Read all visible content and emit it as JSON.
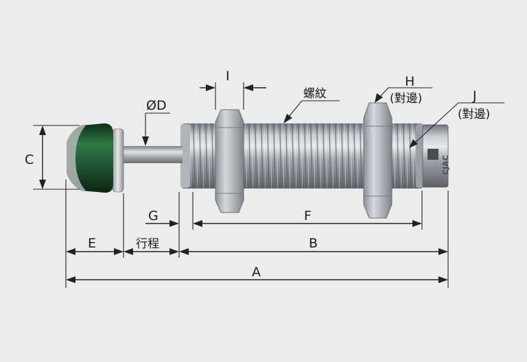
{
  "labels": {
    "A": "A",
    "B": "B",
    "C": "C",
    "D": "ØD",
    "E": "E",
    "F": "F",
    "G": "G",
    "stroke": "行程",
    "H": "H",
    "H_sub": "(對邊)",
    "I": "I",
    "J": "J",
    "J_sub": "(對邊)",
    "thread": "螺紋"
  },
  "logo": {
    "text": "CJAC"
  },
  "colors": {
    "background": "#ececec",
    "body_metal": "#9ea1a6",
    "cap_green": "#1f5a2e",
    "line": "#222222"
  }
}
